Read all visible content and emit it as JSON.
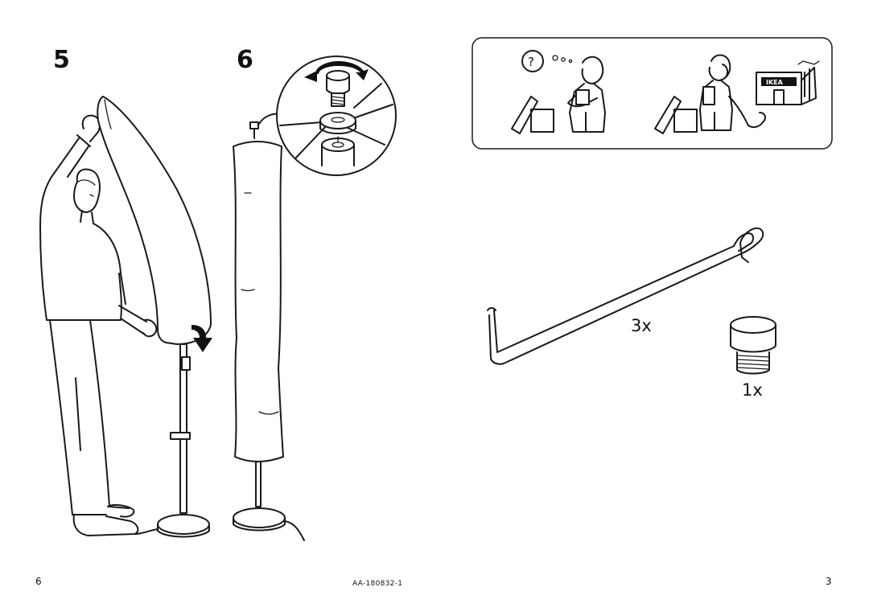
{
  "steps": {
    "step5": "5",
    "step6": "6"
  },
  "parts": {
    "rod_qty": "3x",
    "cap_qty": "1x"
  },
  "help_panel": {
    "question_mark": "?",
    "store_logo": "IKEA"
  },
  "footer": {
    "page_left": "6",
    "doc_code": "AA-180832-1",
    "page_right": "3"
  }
}
